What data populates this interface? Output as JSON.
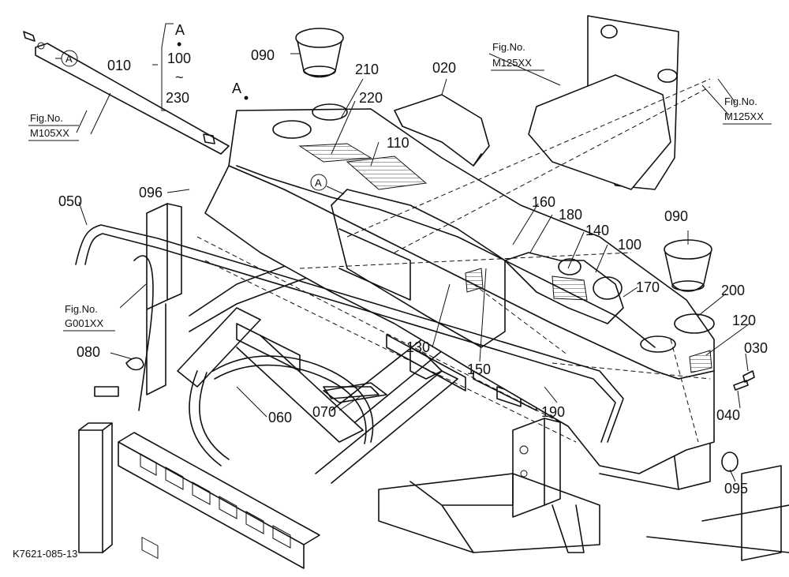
{
  "diagram": {
    "drawing_code": "K7621-085-13",
    "part_labels": {
      "p010": "010",
      "p020": "020",
      "p030": "030",
      "p040": "040",
      "p050": "050",
      "p060": "060",
      "p070": "070",
      "p080": "080",
      "p090a": "090",
      "p090b": "090",
      "p095": "095",
      "p096": "096",
      "p100": "100",
      "p110": "110",
      "p120": "120",
      "p130": "130",
      "p140": "140",
      "p150": "150",
      "p160": "160",
      "p170": "170",
      "p180": "180",
      "p190": "190",
      "p200": "200",
      "p210": "210",
      "p220": "220"
    },
    "range_list": {
      "start": "A",
      "dot": "•",
      "from": "100",
      "tilde": "~",
      "to": "230"
    },
    "callouts": {
      "ref_a_1": "A",
      "ref_a_2": "A",
      "point_a": "A"
    },
    "figure_refs": {
      "m105_label": "Fig.No.",
      "m105_code": "M105XX",
      "m125a_label": "Fig.No.",
      "m125a_code": "M125XX",
      "m125b_label": "Fig.No.",
      "m125b_code": "M125XX",
      "g001_label": "Fig.No.",
      "g001_code": "G001XX"
    }
  }
}
